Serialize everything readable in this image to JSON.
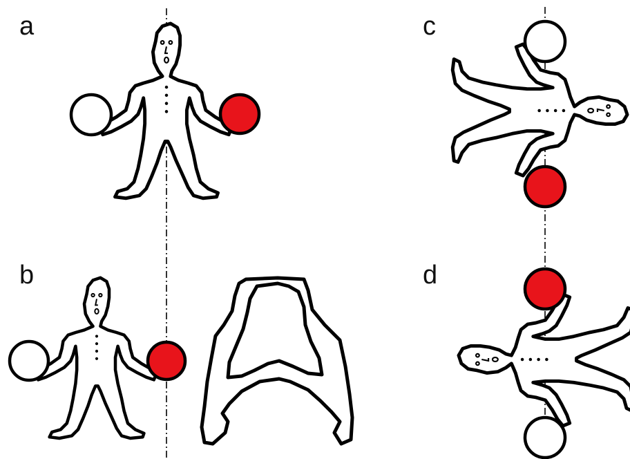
{
  "panels": {
    "a": {
      "label": "a"
    },
    "b": {
      "label": "b"
    },
    "c": {
      "label": "c"
    },
    "d": {
      "label": "d"
    }
  },
  "colors": {
    "ball_red": "#e8141b",
    "ball_white": "#ffffff",
    "outline": "#000000"
  }
}
